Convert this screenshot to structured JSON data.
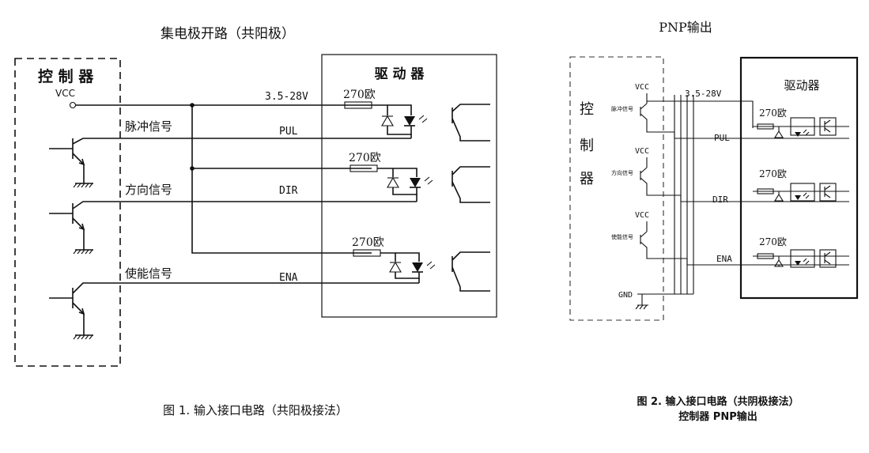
{
  "left": {
    "title": "集电极开路（共阳极）",
    "controller_label": "控 制 器",
    "vcc": "VCC",
    "driver_label": "驱 动 器",
    "voltage": "3.5-28V",
    "resistors": [
      "270欧",
      "270欧",
      "270欧"
    ],
    "signals": [
      "脉冲信号",
      "方向信号",
      "使能信号"
    ],
    "pins": [
      "PUL",
      "DIR",
      "ENA"
    ],
    "caption": "图 1.  输入接口电路（共阳极接法）"
  },
  "right": {
    "title": "PNP输出",
    "controller_chars": [
      "控",
      "制",
      "器"
    ],
    "driver_label": "驱动器",
    "vcc_labels": [
      "VCC",
      "VCC",
      "VCC"
    ],
    "voltage": "3.5-28V",
    "resistors": [
      "270欧",
      "270欧",
      "270欧"
    ],
    "signals": [
      "脉冲信号",
      "方向信号",
      "使能信号"
    ],
    "pins": [
      "PUL",
      "DIR",
      "ENA"
    ],
    "gnd": "GND",
    "caption_line1": "图 2.  输入接口电路（共阴极接法）",
    "caption_line2": "控制器 PNP输出"
  },
  "colors": {
    "ink": "#111111",
    "background": "#ffffff"
  }
}
